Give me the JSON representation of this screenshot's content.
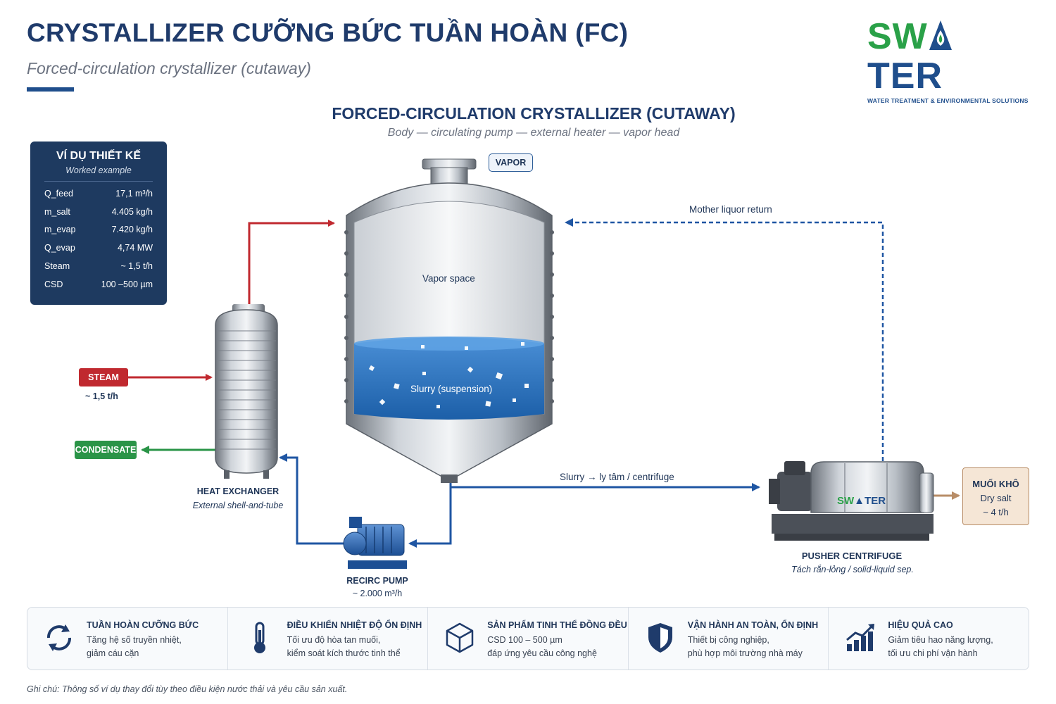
{
  "header": {
    "title": "CRYSTALLIZER CƯỠNG BỨC TUẦN HOÀN (FC)",
    "subtitle": "Forced-circulation crystallizer (cutaway)"
  },
  "logo": {
    "word_left": "SW",
    "word_right": "TER",
    "tagline": "WATER TREATMENT & ENVIRONMENTAL SOLUTIONS",
    "brand_green": "#2aa148",
    "brand_blue": "#1f4e8c"
  },
  "diagram": {
    "title": "FORCED-CIRCULATION CRYSTALLIZER (CUTAWAY)",
    "subtitle": "Body — circulating pump — external heater — vapor head",
    "vapor_tag": "VAPOR",
    "vapor_space": "Vapor space",
    "slurry": "Slurry (suspension)",
    "mother_liquor": "Mother liquor return",
    "slurry_out": "Slurry → ly tâm / centrifuge",
    "steam": {
      "tag": "STEAM",
      "rate": "~ 1,5 t/h"
    },
    "condensate": "CONDENSATE",
    "heat_exchanger": {
      "name": "HEAT EXCHANGER",
      "desc": "External shell-and-tube"
    },
    "pump": {
      "name": "RECIRC PUMP",
      "rate": "~ 2.000 m³/h"
    },
    "centrifuge": {
      "name": "PUSHER CENTRIFUGE",
      "desc": "Tách rắn-lỏng / solid-liquid sep.",
      "brand_left": "SW",
      "brand_right": "TER"
    },
    "dry_salt": {
      "title": "MUỐI KHÔ",
      "subtitle": "Dry salt",
      "rate": "~ 4 t/h"
    }
  },
  "example": {
    "title": "VÍ DỤ THIẾT KẾ",
    "subtitle": "Worked example",
    "rows": [
      {
        "k": "Q_feed",
        "v": "17,1 m³/h"
      },
      {
        "k": "m_salt",
        "v": "4.405 kg/h"
      },
      {
        "k": "m_evap",
        "v": "7.420 kg/h"
      },
      {
        "k": "Q_evap",
        "v": "4,74 MW"
      },
      {
        "k": "Steam",
        "v": "~ 1,5 t/h"
      },
      {
        "k": "CSD",
        "v": "100 –500 µm"
      }
    ]
  },
  "features": [
    {
      "icon": "circulation-icon",
      "title": "TUẦN HOÀN CƯỠNG BỨC",
      "l1": "Tăng hệ số truyền nhiệt,",
      "l2": "giảm cáu cặn"
    },
    {
      "icon": "thermometer-icon",
      "title": "ĐIỀU KHIỂN NHIỆT ĐỘ ỔN ĐỊNH",
      "l1": "Tối ưu độ hòa tan muối,",
      "l2": "kiểm soát kích thước tinh thể"
    },
    {
      "icon": "crystal-cube-icon",
      "title": "SẢN PHẨM TINH THỂ ĐỒNG ĐỀU",
      "l1": "CSD 100 – 500 µm",
      "l2": "đáp ứng yêu cầu công nghệ"
    },
    {
      "icon": "shield-icon",
      "title": "VẬN HÀNH AN TOÀN, ỔN ĐỊNH",
      "l1": "Thiết bị công nghiệp,",
      "l2": "phù hợp môi trường nhà máy"
    },
    {
      "icon": "growth-chart-icon",
      "title": "HIỆU QUẢ CAO",
      "l1": "Giảm tiêu hao năng lượng,",
      "l2": "tối ưu chi phí vận hành"
    }
  ],
  "footnote": "Ghi chú: Thông số ví dụ thay đổi tùy theo điều kiện nước thải và yêu cầu sản xuất."
}
